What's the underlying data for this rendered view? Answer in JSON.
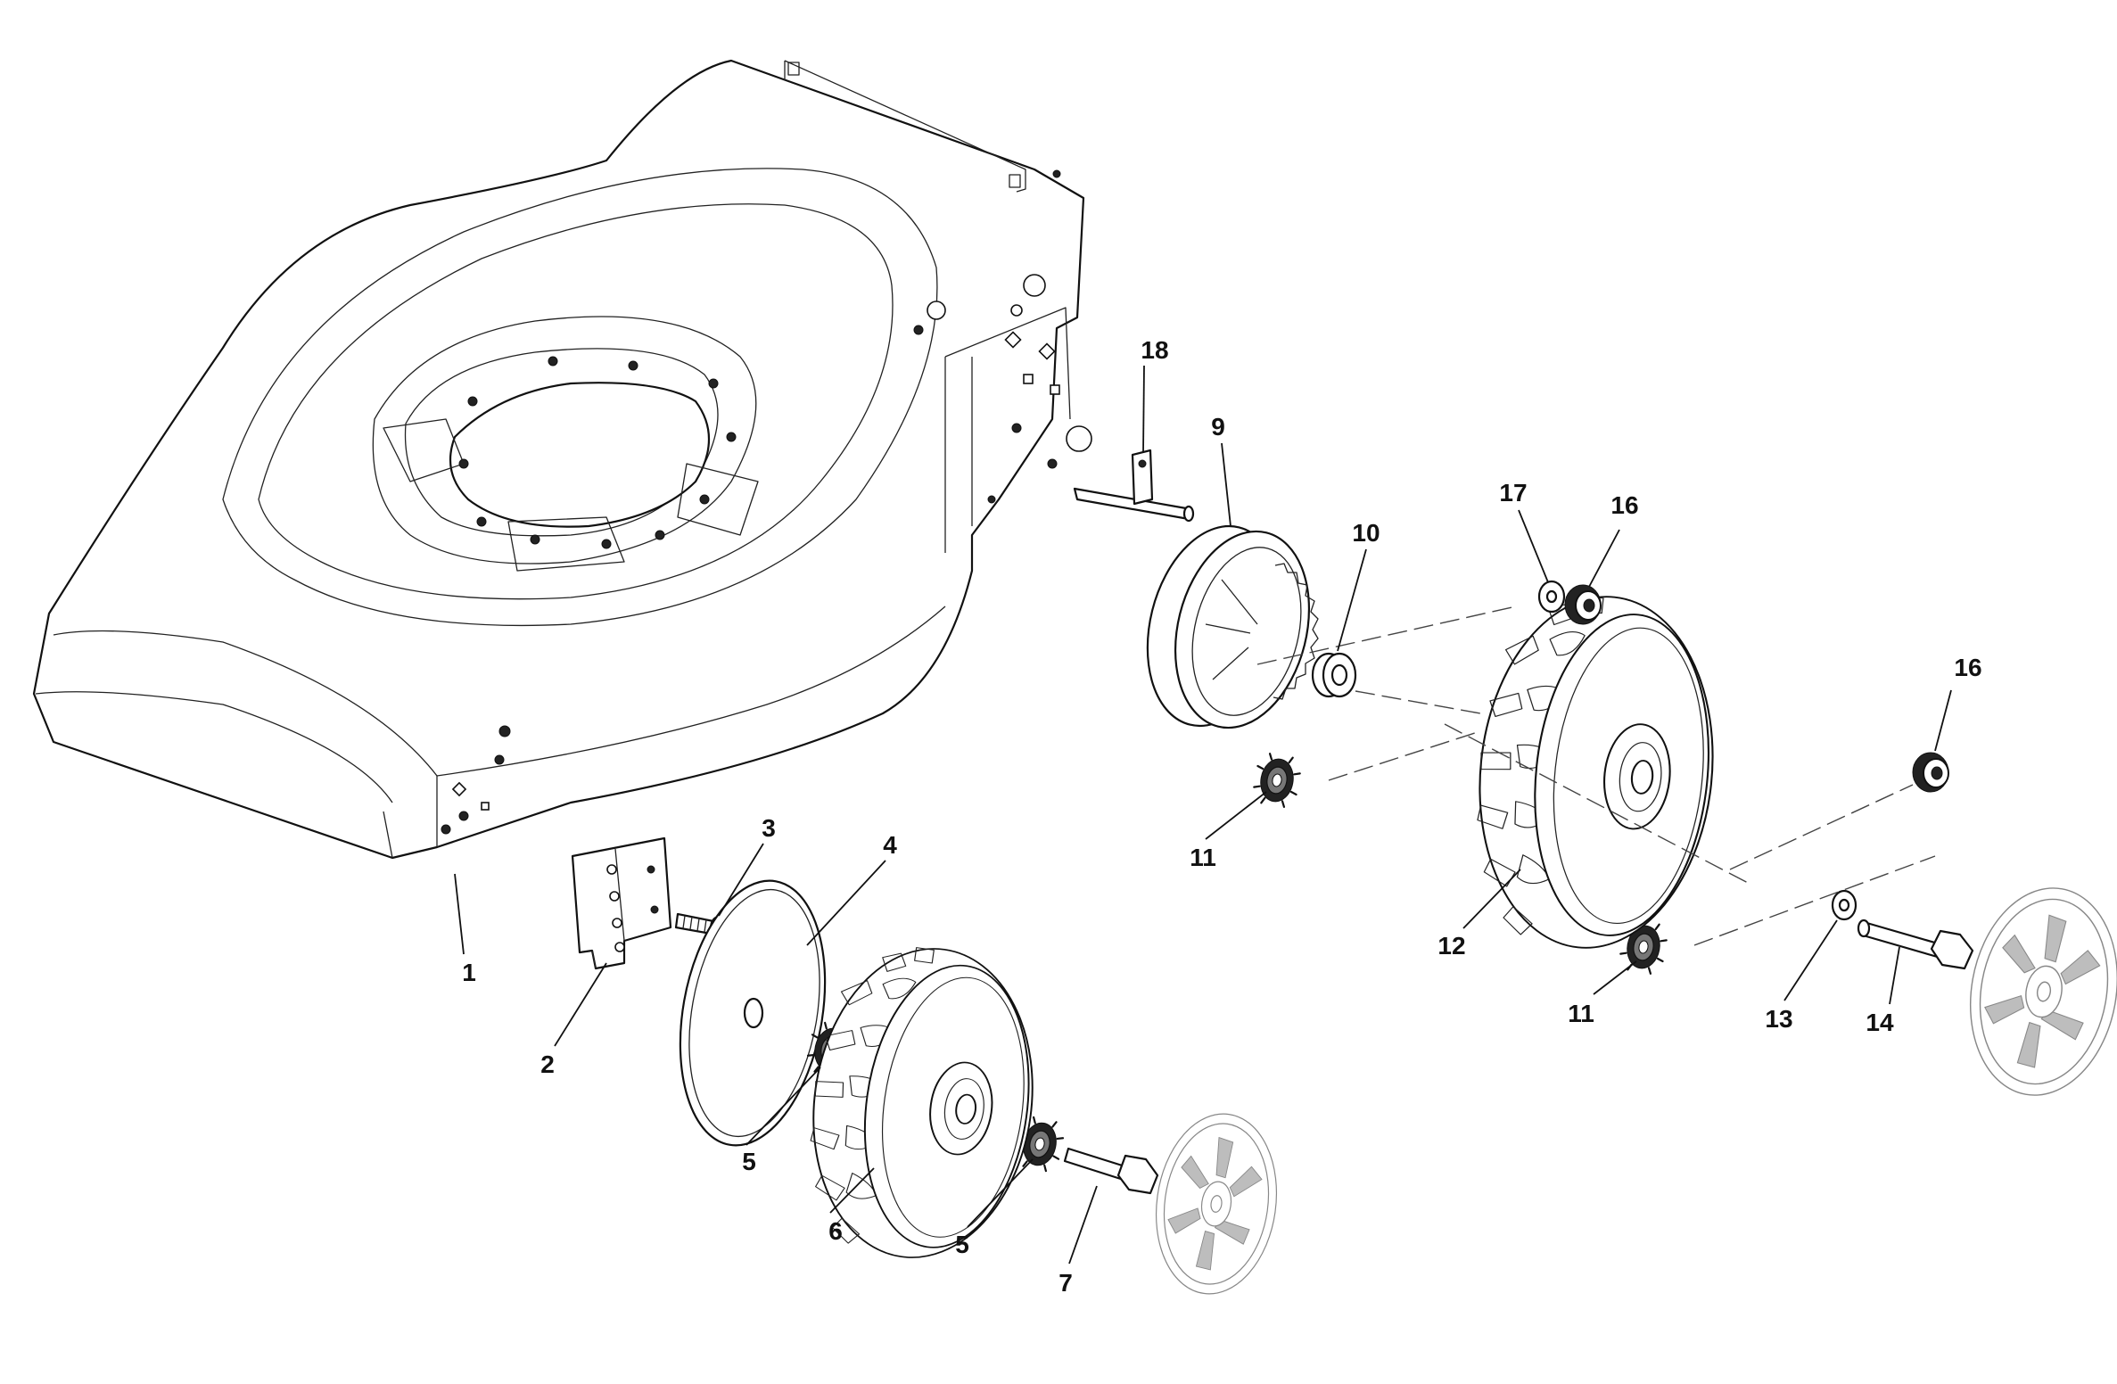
{
  "diagram": {
    "callouts": [
      {
        "id": "c1",
        "label": "1"
      },
      {
        "id": "c2",
        "label": "2"
      },
      {
        "id": "c3",
        "label": "3"
      },
      {
        "id": "c4",
        "label": "4"
      },
      {
        "id": "c5a",
        "label": "5"
      },
      {
        "id": "c5b",
        "label": "5"
      },
      {
        "id": "c6",
        "label": "6"
      },
      {
        "id": "c7",
        "label": "7"
      },
      {
        "id": "c9",
        "label": "9"
      },
      {
        "id": "c10",
        "label": "10"
      },
      {
        "id": "c11a",
        "label": "11"
      },
      {
        "id": "c11b",
        "label": "11"
      },
      {
        "id": "c12",
        "label": "12"
      },
      {
        "id": "c13",
        "label": "13"
      },
      {
        "id": "c14",
        "label": "14"
      },
      {
        "id": "c16a",
        "label": "16"
      },
      {
        "id": "c16b",
        "label": "16"
      },
      {
        "id": "c17",
        "label": "17"
      },
      {
        "id": "c18",
        "label": "18"
      }
    ]
  }
}
